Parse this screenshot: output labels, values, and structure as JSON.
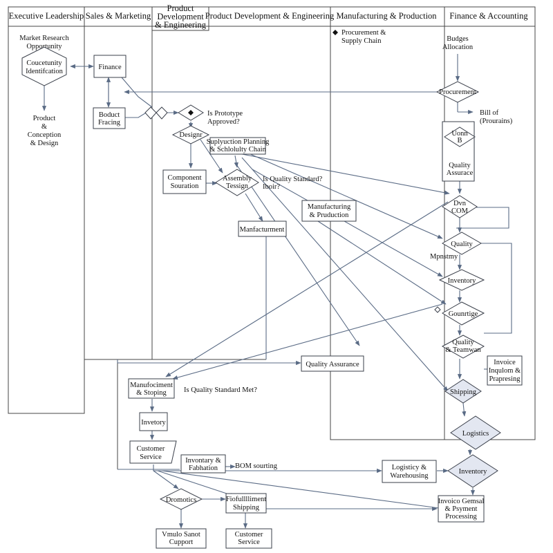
{
  "lanes": {
    "executive": "Executive Leadership",
    "sales": "Sales & Marketing",
    "pd_small": [
      "Product",
      "Development",
      "& Engineering"
    ],
    "pd": "Product Development & Engineering",
    "manufacturing": "Manufacturing & Production",
    "finance": "Finance & Accounting"
  },
  "nodes": {
    "market_research": [
      "Market Research",
      "Opportunity"
    ],
    "opportunity": [
      "Coucetunity",
      "Identifcation"
    ],
    "product_concept": [
      "Product",
      "&",
      "Conception",
      "& Design"
    ],
    "finance_box": [
      "Finance"
    ],
    "product_strategy": [
      "Boduct",
      "Fracing"
    ],
    "prototype_q": [
      "Is Prototype",
      "Approved?"
    ],
    "design": [
      "Designr"
    ],
    "supply_planning": [
      "Suplyuction Planning",
      "& Schlolulty Chain"
    ],
    "component_sourcing": [
      "Component",
      "Souration"
    ],
    "assembly_testing": [
      "Assembly",
      "Tessign"
    ],
    "quality_q1": [
      "Is Quality Standard?",
      "Iboir?"
    ],
    "manufacturing_box": [
      "Manfacturment"
    ],
    "mfg_production": [
      "Manufacturing",
      "& Pruduction"
    ],
    "procurement_supply": [
      "Procurement &",
      "Supply Chain"
    ],
    "budget_alloc": [
      "Budges",
      "Allocation"
    ],
    "procurement": [
      "Procurement"
    ],
    "bill_of": [
      "Bill of",
      "(Prourains)"
    ],
    "bom_small": [
      "Uonn",
      "B"
    ],
    "quality_assurance_small": [
      "Quality",
      "Assurace"
    ],
    "dvn_com": [
      "Dvn",
      "COM"
    ],
    "quality_d": [
      "Quality"
    ],
    "monitoring": [
      "Mpnstmy"
    ],
    "inventory_d": [
      "Inventory"
    ],
    "gounrtige": [
      "Gounrtige"
    ],
    "quality_teamwan": [
      "Quality",
      "& Teamwan"
    ],
    "invoice_right": [
      "Invoice",
      "Inqulom &",
      "Prapresing"
    ],
    "shipping_d": [
      "Shipping"
    ],
    "logistics_d": [
      "Logistics"
    ],
    "inventory_big": [
      "Inventory"
    ],
    "quality_assurance": [
      "Quality Assurance"
    ],
    "mfg_shipping": [
      "Manufociment",
      "& Stoping"
    ],
    "quality_q2": [
      "Is Quality Standard Met?"
    ],
    "inventory_box": [
      "Invetory"
    ],
    "customer_service1": [
      "Customer",
      "Service"
    ],
    "inventory_fab": [
      "Invontary &",
      "Fabhation"
    ],
    "bom_sourcing": [
      "BOM sourting"
    ],
    "logistics_wh": [
      "Logisticy &",
      "Warehousing"
    ],
    "dromotics": [
      "Dromotics"
    ],
    "fulfillment": [
      "Fiofulllliment",
      "Shipping"
    ],
    "invoice_bottom": [
      "Invoico Gemsal",
      "& Psyment",
      "Processing"
    ],
    "vendor_support": [
      "Vmulo Sanot",
      "Cupport"
    ],
    "customer_service2": [
      "Customer",
      "Service"
    ]
  },
  "icons": {
    "bullet": "diamond-bullet-icon",
    "arrowhead": "arrowhead-icon"
  },
  "colors": {
    "line": "#5a6b85",
    "shaded_diamond": "#e3e7f1",
    "border": "#3a3f4a"
  }
}
